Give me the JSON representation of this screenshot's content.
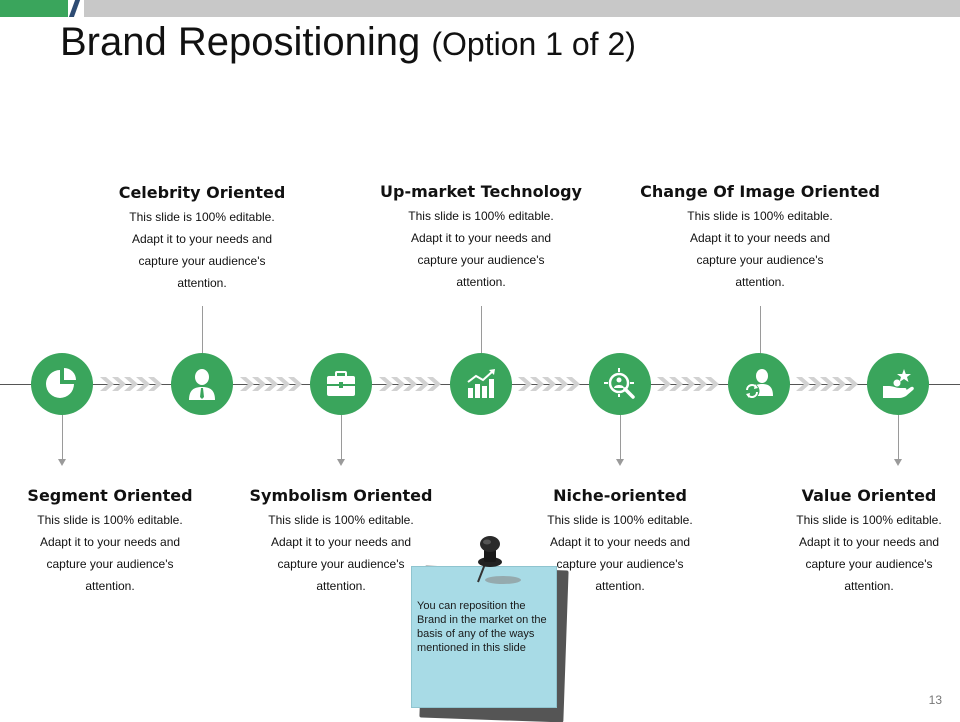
{
  "slide": {
    "title": "Brand Repositioning",
    "subtitle": "(Option 1 of 2)",
    "page_number": "13"
  },
  "body_text": "This slide is 100% editable. Adapt it to your needs and capture your audience's attention.",
  "items": [
    {
      "title": "Segment Oriented",
      "icon": "pie-chart-icon"
    },
    {
      "title": "Celebrity Oriented",
      "icon": "businessman-icon"
    },
    {
      "title": "Symbolism Oriented",
      "icon": "briefcase-icon"
    },
    {
      "title": "Up-market Technology",
      "icon": "growth-chart-icon"
    },
    {
      "title": "Niche-oriented",
      "icon": "target-search-icon"
    },
    {
      "title": "Change Of Image Oriented",
      "icon": "user-refresh-icon"
    },
    {
      "title": "Value Oriented",
      "icon": "hand-star-icon"
    }
  ],
  "note": {
    "text": "You can reposition the Brand in the market on the basis of any of the ways mentioned in this slide"
  },
  "colors": {
    "accent_green": "#3aa55c",
    "header_gray": "#c8c8c8",
    "header_navy": "#2d4b73",
    "note_blue": "#a8dbe6"
  }
}
